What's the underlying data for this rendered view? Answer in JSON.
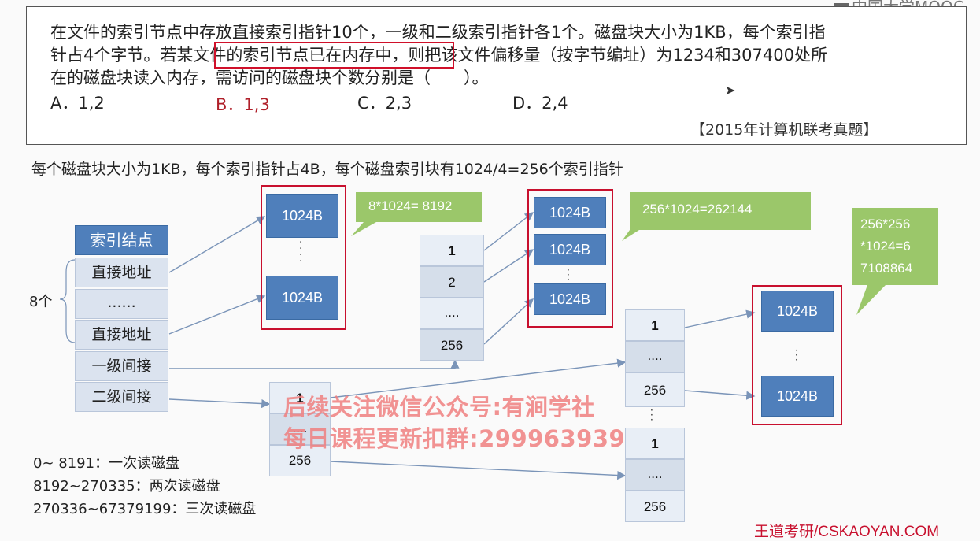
{
  "header_logo": "中国大学MOOC",
  "question": {
    "line1": "在文件的索引节点中存放直接索引指针10个，一级和二级索引指针各1个。磁盘块大小为1KB，每个索引指",
    "line2": "针占4个字节。若某文件的索引节点已在内存中，则把该文件偏移量（按字节编址）为1234和307400处所",
    "line3": "在的磁盘块读入内存，需访问的磁盘块个数分别是（　　）。",
    "options": [
      "A．1,2",
      "B．1,3",
      "C．2,3",
      "D．2,4"
    ],
    "source": "【2015年计算机联考真题】"
  },
  "explanation": "每个磁盘块大小为1KB，每个索引指针占4B，每个磁盘索引块有1024/4=256个索引指针",
  "inode": {
    "header": "索引结点",
    "rows": [
      "直接地址",
      "......",
      "直接地址",
      "一级间接",
      "二级间接"
    ],
    "count_label": "8个"
  },
  "data_block_label": "1024B",
  "index_entries": {
    "first": "1",
    "second": "2",
    "dots": "....",
    "last": "256"
  },
  "callouts": {
    "direct": "8*1024= 8192",
    "single": "256*1024=262144",
    "double_l1": "256*256",
    "double_l2": "*1024=6",
    "double_l3": "7108864"
  },
  "ranges": [
    "0~ 8191：一次读磁盘",
    "8192~270335：两次读磁盘",
    "270336~67379199：三次读磁盘"
  ],
  "watermark": {
    "line1": "后续关注微信公众号:有涧学社",
    "line2": "每日课程更新扣群:299963939"
  },
  "footer_brand": "王道考研/CSKAOYAN.COM",
  "colors": {
    "accent_red": "#c8102e",
    "block_blue": "#4f7fbb",
    "callout_green": "#9bc76a",
    "answer_red": "#b0202a"
  }
}
